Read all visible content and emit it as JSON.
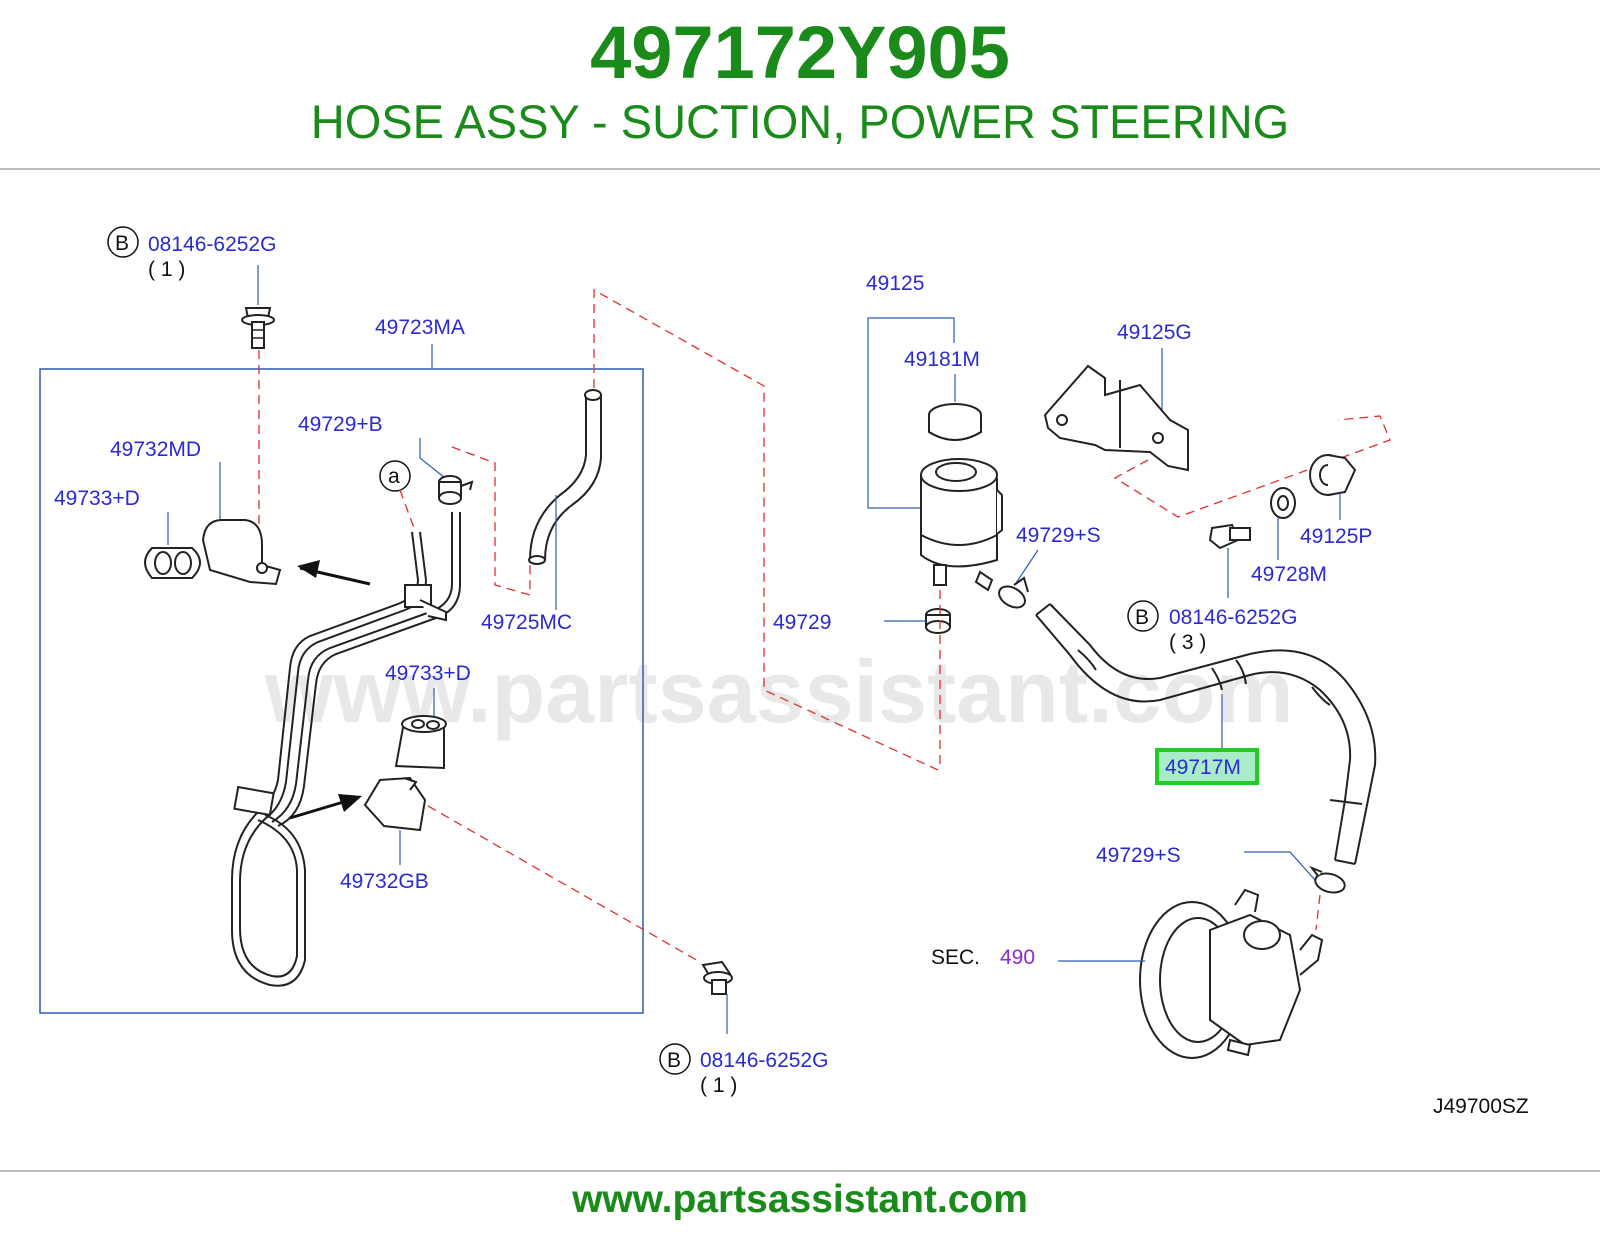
{
  "header": {
    "part_number": "497172Y905",
    "part_name": "HOSE ASSY - SUCTION, POWER STEERING"
  },
  "diagram": {
    "watermark": "www.partsassistant.com",
    "ref_code": "J49700SZ",
    "bolt_marker": "B",
    "tube_marker": "a",
    "bolt_part": "08146-6252G",
    "qty_top": "( 1 )",
    "qty_right": "( 3 )",
    "qty_bottom": "( 1 )",
    "labels": {
      "tube_assy": "49723MA",
      "clamp_b": "49729+B",
      "clamp_md": "49732MD",
      "insulator_d_top": "49733+D",
      "hose_mc": "49725MC",
      "insulator_d_mid": "49733+D",
      "clamp_gb": "49732GB",
      "reservoir": "49125",
      "cap": "49181M",
      "bracket": "49125G",
      "clamp_s_top": "49729+S",
      "grommet": "49125P",
      "washer": "49728M",
      "hose_clamp": "49729",
      "clamp_s_bottom": "49729+S",
      "highlighted_part": "49717M",
      "sec_prefix": "SEC.",
      "sec_number": "490"
    },
    "colors": {
      "title_green": "#1a8a1a",
      "label_blue": "#2a2ad0",
      "highlight_green": "#22cc22",
      "highlight_fill": "#a8ecc8",
      "dashed_red": "#e03030",
      "sec_purple": "#8a2ad0"
    }
  },
  "footer": {
    "url": "www.partsassistant.com"
  }
}
